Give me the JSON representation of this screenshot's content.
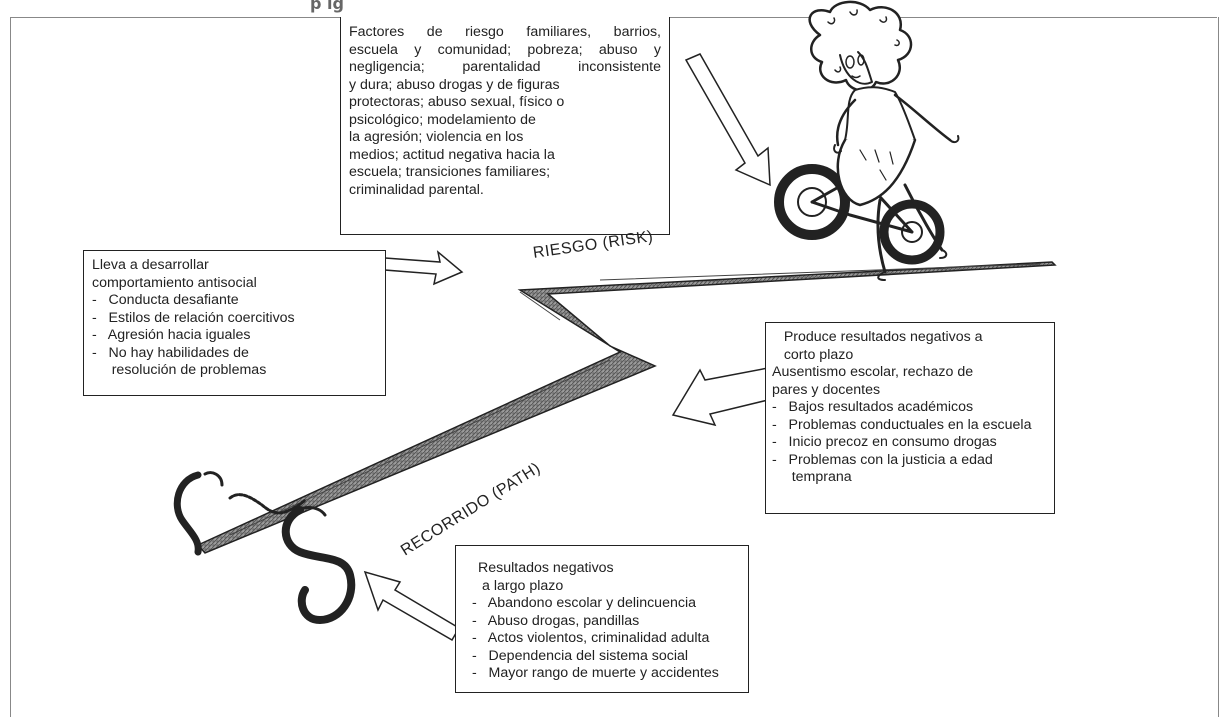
{
  "header_fragment": "p    ig",
  "risk_factors_box": {
    "lines": [
      "Factores de riesgo familiares, barrios,",
      "escuela y comunidad; pobreza; abuso y",
      "negligencia; parentalidad inconsistente",
      "y dura; abuso drogas y de  figuras",
      "protectoras; abuso sexual, físico  o",
      "psicológico;   modelamiento   de",
      "la  agresión;  violencia  en  los",
      "medios; actitud negativa hacia la",
      "escuela;  transiciones  familiares;",
      "criminalidad parental."
    ]
  },
  "antisocial_box": {
    "lines": [
      "Lleva a desarrollar",
      "comportamiento antisocial",
      "-   Conducta desafiante",
      "-   Estilos de relación coercitivos",
      "-   Agresión hacia iguales",
      "-   No hay habilidades de",
      "     resolución de problemas"
    ]
  },
  "short_term_box": {
    "lines": [
      "   Produce resultados negativos a",
      "   corto plazo",
      "Ausentismo escolar, rechazo de",
      "pares y docentes",
      "-   Bajos resultados académicos",
      "-   Problemas conductuales en la escuela",
      "-   Inicio precoz en consumo drogas",
      "-   Problemas con la justicia a edad",
      "     temprana"
    ]
  },
  "long_term_box": {
    "lines": [
      "Resultados negativos",
      "a largo plazo",
      "-   Abandono escolar y delincuencia",
      "-   Abuso drogas, pandillas",
      "-   Actos violentos, criminalidad adulta",
      "-   Dependencia del sistema social",
      "-   Mayor rango de muerte y accidentes"
    ]
  },
  "path_labels": {
    "risk": "RIESGO (RISK)",
    "path": "RECORRIDO (PATH)"
  },
  "colors": {
    "path_fill": "#8a8a8a",
    "outline": "#222222"
  }
}
